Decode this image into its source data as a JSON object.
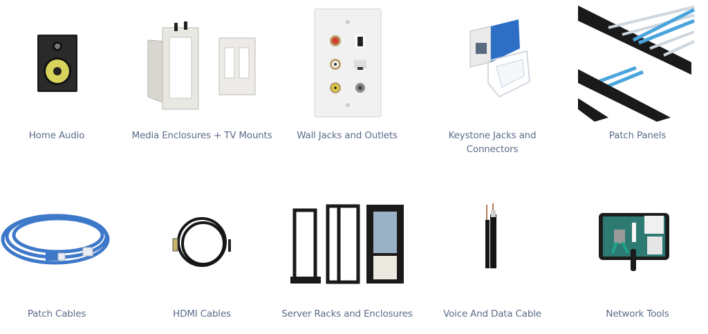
{
  "categories": {
    "row1": [
      {
        "label": "Home Audio",
        "icon": "in-wall-speaker"
      },
      {
        "label": "Media Enclosures + TV Mounts",
        "icon": "recessed-media-box"
      },
      {
        "label": "Wall Jacks and Outlets",
        "icon": "wall-plate"
      },
      {
        "label": "Keystone Jacks and Connectors",
        "icon": "keystone-jack"
      },
      {
        "label": "Patch Panels",
        "icon": "patch-panel"
      }
    ],
    "row2": [
      {
        "label": "Patch Cables",
        "icon": "ethernet-cable"
      },
      {
        "label": "HDMI Cables",
        "icon": "hdmi-cable"
      },
      {
        "label": "Server Racks and Enclosures",
        "icon": "server-racks"
      },
      {
        "label": "Voice And Data Cable",
        "icon": "coax-cable"
      },
      {
        "label": "Network Tools",
        "icon": "tool-kit"
      }
    ]
  },
  "colors": {
    "label_text": "#5b6c89",
    "background": "#ffffff"
  }
}
